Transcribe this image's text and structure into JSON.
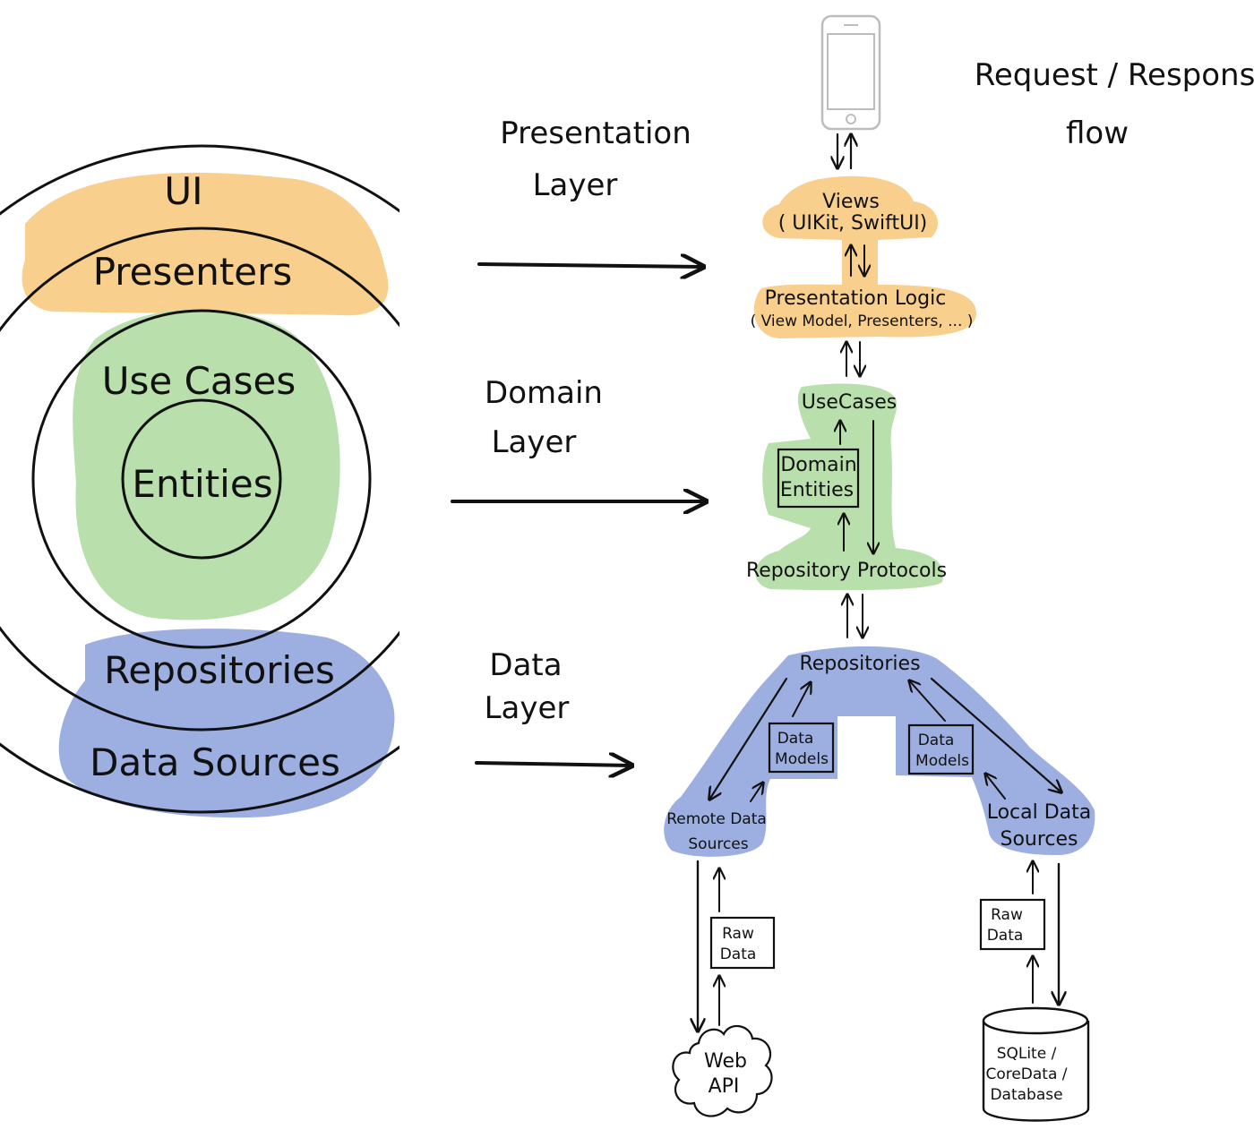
{
  "colors": {
    "presentation": "#f8cf8d",
    "domain": "#b9dfad",
    "data": "#9dafe0",
    "ink": "#111111",
    "phone": "#bdbdbd"
  },
  "rings": {
    "ui": "UI",
    "presenters": "Presenters",
    "use_cases": "Use Cases",
    "entities": "Entities",
    "repositories": "Repositories",
    "data_sources": "Data Sources"
  },
  "layers": {
    "presentation": [
      "Presentation",
      "Layer"
    ],
    "domain": [
      "Domain",
      "Layer"
    ],
    "data": [
      "Data",
      "Layer"
    ]
  },
  "flow_title": [
    "Request / Response",
    "flow"
  ],
  "flow": {
    "views": [
      "Views",
      "( UIKit, SwiftUI)"
    ],
    "presentation_logic": [
      "Presentation   Logic",
      "( View Model,  Presenters, ... )"
    ],
    "use_cases": "UseCases",
    "domain_entities": [
      "Domain",
      "Entities"
    ],
    "repository_protocols": "Repository Protocols",
    "repositories": "Repositories",
    "data_models_left": [
      "Data",
      "Models"
    ],
    "data_models_right": [
      "Data",
      "Models"
    ],
    "remote_sources": [
      "Remote  Data",
      "Sources"
    ],
    "local_sources": [
      "Local   Data",
      "Sources"
    ],
    "raw_data_left": [
      "Raw",
      "Data"
    ],
    "raw_data_right": [
      "Raw",
      "Data"
    ],
    "web_api": [
      "Web",
      "API"
    ],
    "database": [
      "SQLite /",
      "CoreData /",
      "Database"
    ]
  },
  "icons": [
    "smartphone-icon",
    "cloud-icon",
    "database-cylinder-icon"
  ]
}
